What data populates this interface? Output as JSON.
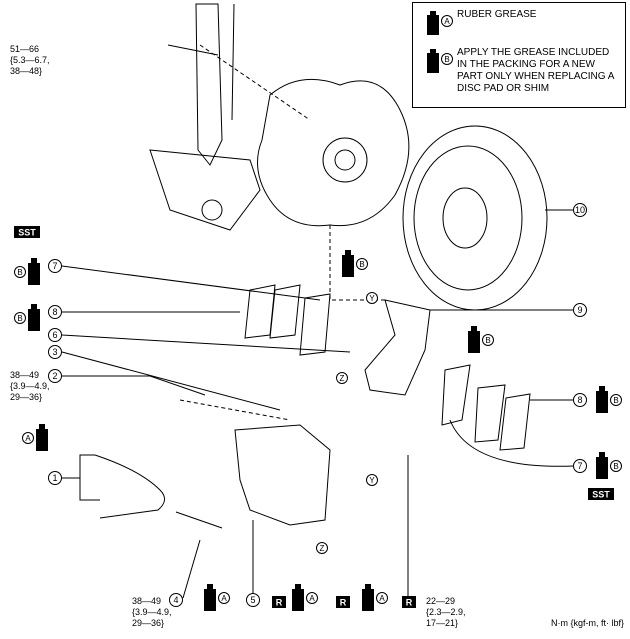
{
  "legend": {
    "items": [
      {
        "letter": "A",
        "text": "RUBER GREASE"
      },
      {
        "letter": "B",
        "text": "APPLY THE GREASE INCLUDED IN THE PACKING FOR A NEW PART ONLY WHEN REPLACING A DISC PAD OR SHIM"
      }
    ],
    "grease_word": "GREASE"
  },
  "parts": [
    "1",
    "2",
    "3",
    "4",
    "5",
    "6",
    "7",
    "8",
    "9",
    "10"
  ],
  "torques": {
    "t1": {
      "range": "51—66",
      "kgf": "{5.3—6.7,",
      "ftlbf": "38—48}"
    },
    "t2": {
      "range": "38—49",
      "kgf": "{3.9—4.9,",
      "ftlbf": "29—36}"
    },
    "t3": {
      "range": "38—49",
      "kgf": "{3.9—4.9,",
      "ftlbf": "29—36}"
    },
    "t4": {
      "range": "22—29",
      "kgf": "{2.3—2.9,",
      "ftlbf": "17—21}"
    }
  },
  "markers": {
    "sst": "SST",
    "r": "R",
    "y": "Y",
    "z": "Z"
  },
  "units": "N·m {kgf-m, ft· lbf}"
}
